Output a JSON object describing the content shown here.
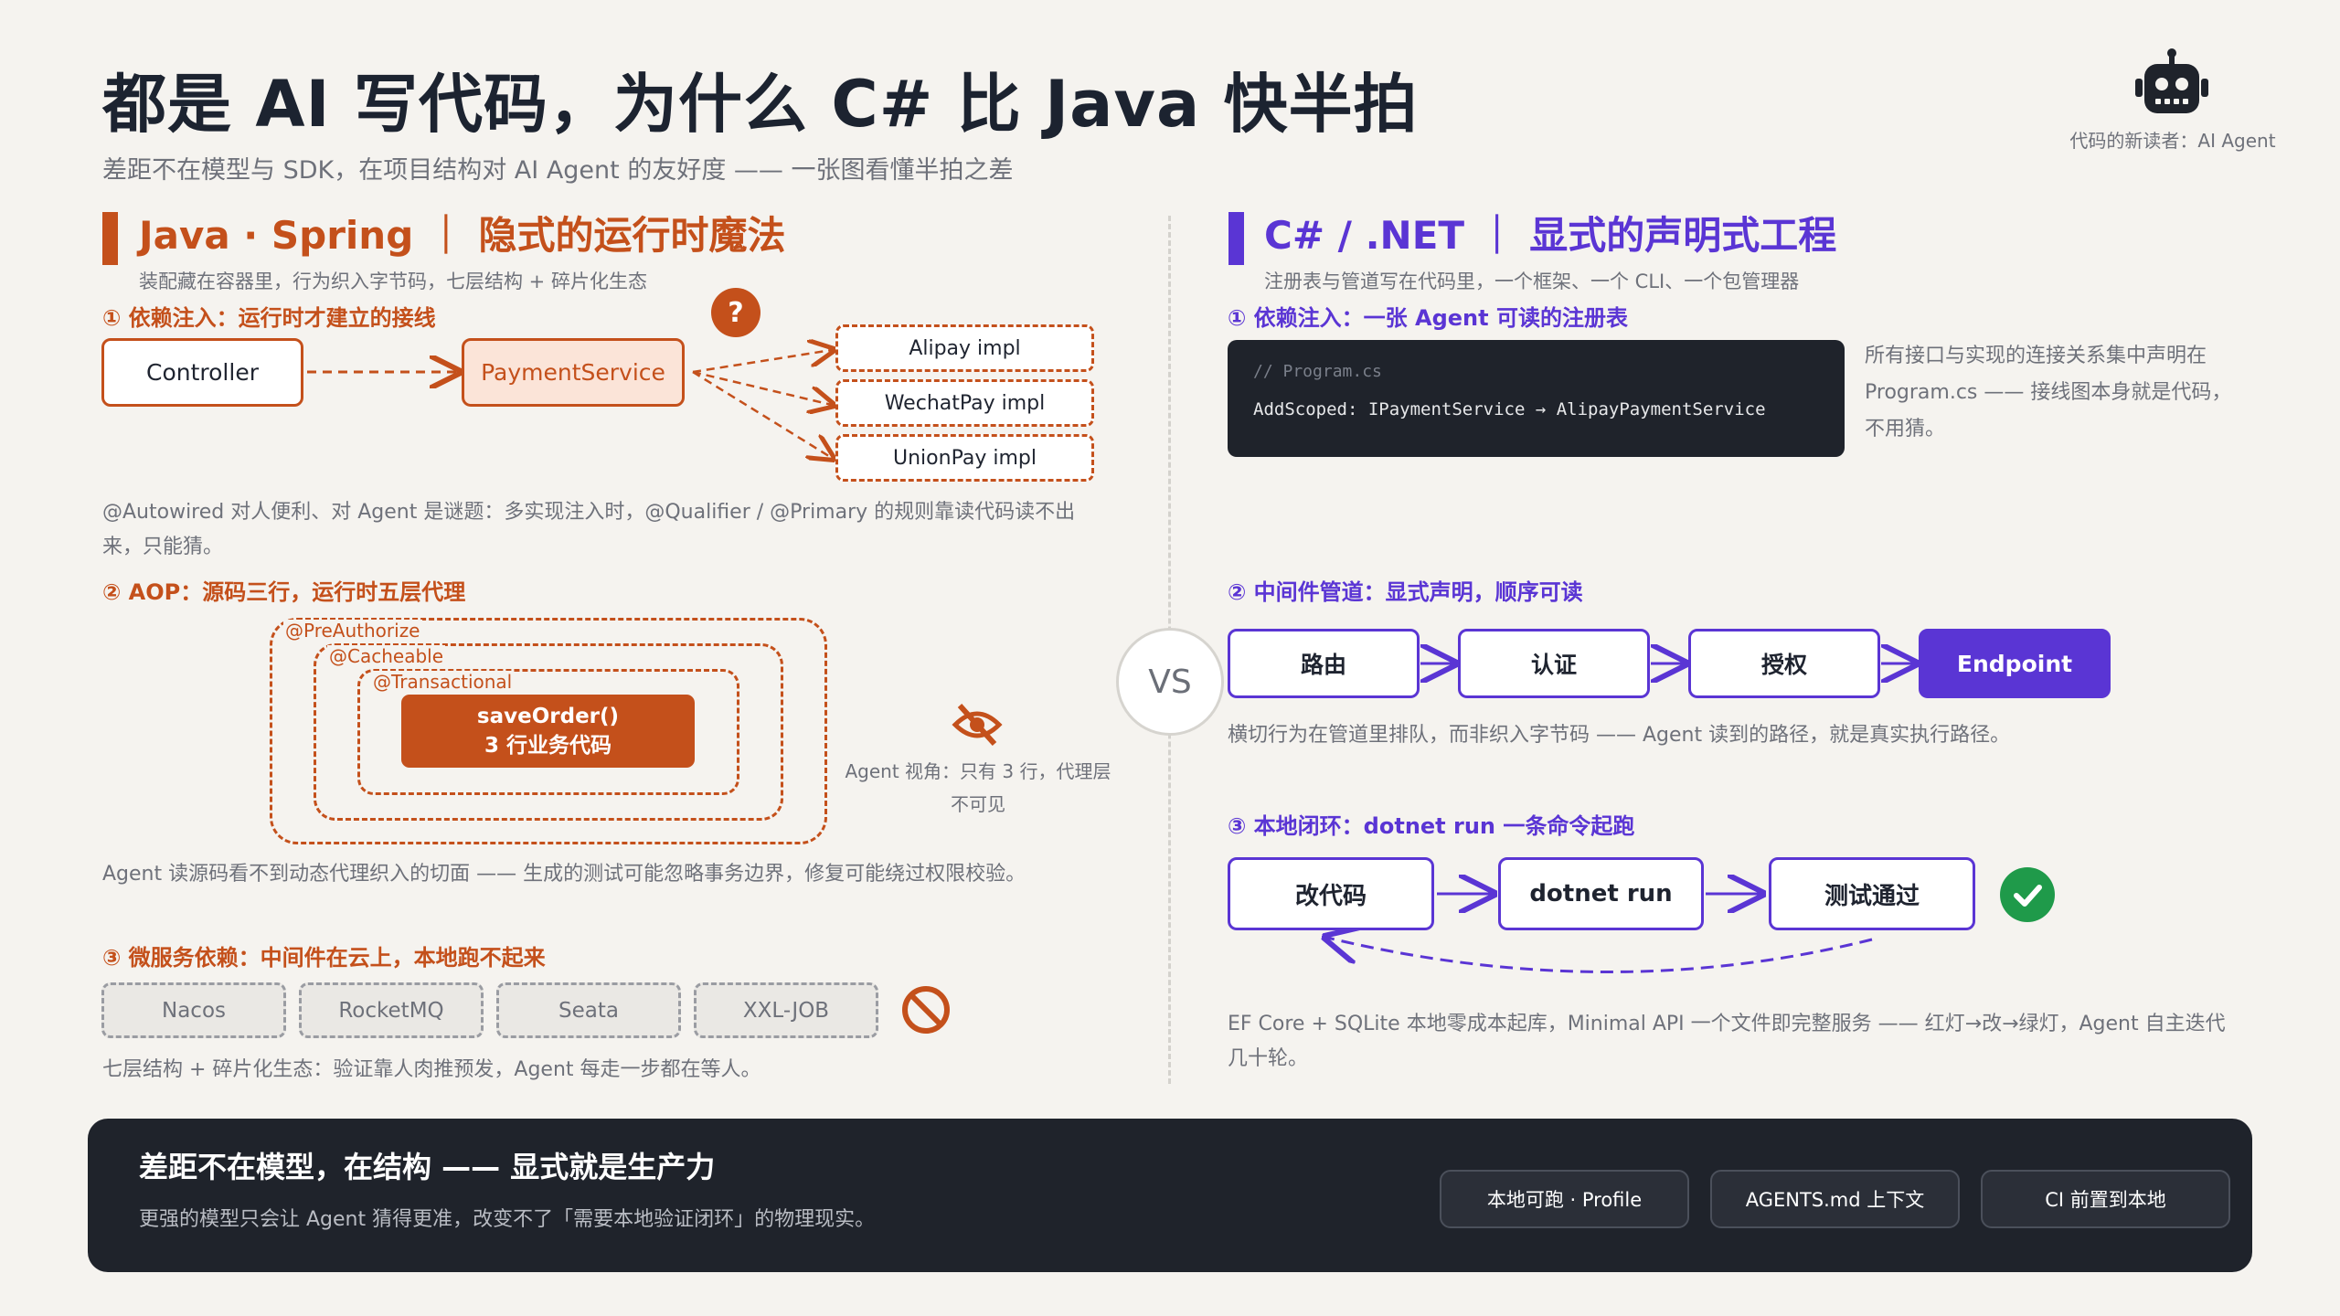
{
  "header": {
    "title": "都是 AI 写代码，为什么 C# 比 Java 快半拍",
    "subtitle": "差距不在模型与 SDK，在项目结构对 AI Agent 的友好度 —— 一张图看懂半拍之差",
    "robot_icon": "robot-icon",
    "robot_caption": "代码的新读者：AI Agent"
  },
  "colors": {
    "java_accent": "#c4501b",
    "dotnet_accent": "#5a35d4",
    "success": "#1f9a4a",
    "dark_panel": "#1f232b"
  },
  "vs_label": "VS",
  "java": {
    "title": "Java · Spring ｜ 隐式的运行时魔法",
    "subtitle": "装配藏在容器里，行为织入字节码，七层结构 + 碎片化生态",
    "di": {
      "step": "① 依赖注入：运行时才建立的接线",
      "controller": "Controller",
      "service": "PaymentService",
      "question": "?",
      "impls": [
        "Alipay impl",
        "WechatPay impl",
        "UnionPay impl"
      ],
      "note": "@Autowired 对人便利、对 Agent 是谜题：多实现注入时，@Qualifier / @Primary 的规则靠读代码读不出来，只能猜。"
    },
    "aop": {
      "step": "② AOP：源码三行，运行时五层代理",
      "layers": [
        "@PreAuthorize",
        "@Cacheable",
        "@Transactional"
      ],
      "core_line1": "saveOrder()",
      "core_line2": "3 行业务代码",
      "hidden_icon": "eye-slash-icon",
      "agent_view": "Agent 视角：只有 3 行，代理层不可见",
      "note": "Agent 读源码看不到动态代理织入的切面 —— 生成的测试可能忽略事务边界，修复可能绕过权限校验。"
    },
    "micro": {
      "step": "③ 微服务依赖：中间件在云上，本地跑不起来",
      "services": [
        "Nacos",
        "RocketMQ",
        "Seata",
        "XXL-JOB"
      ],
      "blocked_icon": "prohibited-icon",
      "note": "七层结构 + 碎片化生态：验证靠人肉推预发，Agent 每走一步都在等人。"
    }
  },
  "dotnet": {
    "title": "C# / .NET ｜ 显式的声明式工程",
    "subtitle": "注册表与管道写在代码里，一个框架、一个 CLI、一个包管理器",
    "di": {
      "step": "① 依赖注入：一张 Agent 可读的注册表",
      "code_comment": "// Program.cs",
      "code_line": "AddScoped: IPaymentService → AlipayPaymentService",
      "note": "所有接口与实现的连接关系集中声明在 Program.cs —— 接线图本身就是代码，不用猜。"
    },
    "pipeline": {
      "step": "② 中间件管道：显式声明，顺序可读",
      "stages": [
        "路由",
        "认证",
        "授权",
        "Endpoint"
      ],
      "note": "横切行为在管道里排队，而非织入字节码 —— Agent 读到的路径，就是真实执行路径。"
    },
    "loop": {
      "step": "③ 本地闭环：dotnet run 一条命令起跑",
      "stages": [
        "改代码",
        "dotnet run",
        "测试通过"
      ],
      "check_icon": "check-circle-icon",
      "note": "EF Core + SQLite 本地零成本起库，Minimal API 一个文件即完整服务 —— 红灯→改→绿灯，Agent 自主迭代几十轮。"
    }
  },
  "footer": {
    "title": "差距不在模型，在结构 —— 显式就是生产力",
    "subtitle": "更强的模型只会让 Agent 猜得更准，改变不了「需要本地验证闭环」的物理现实。",
    "pills": [
      "本地可跑 · Profile",
      "AGENTS.md 上下文",
      "CI 前置到本地"
    ]
  }
}
